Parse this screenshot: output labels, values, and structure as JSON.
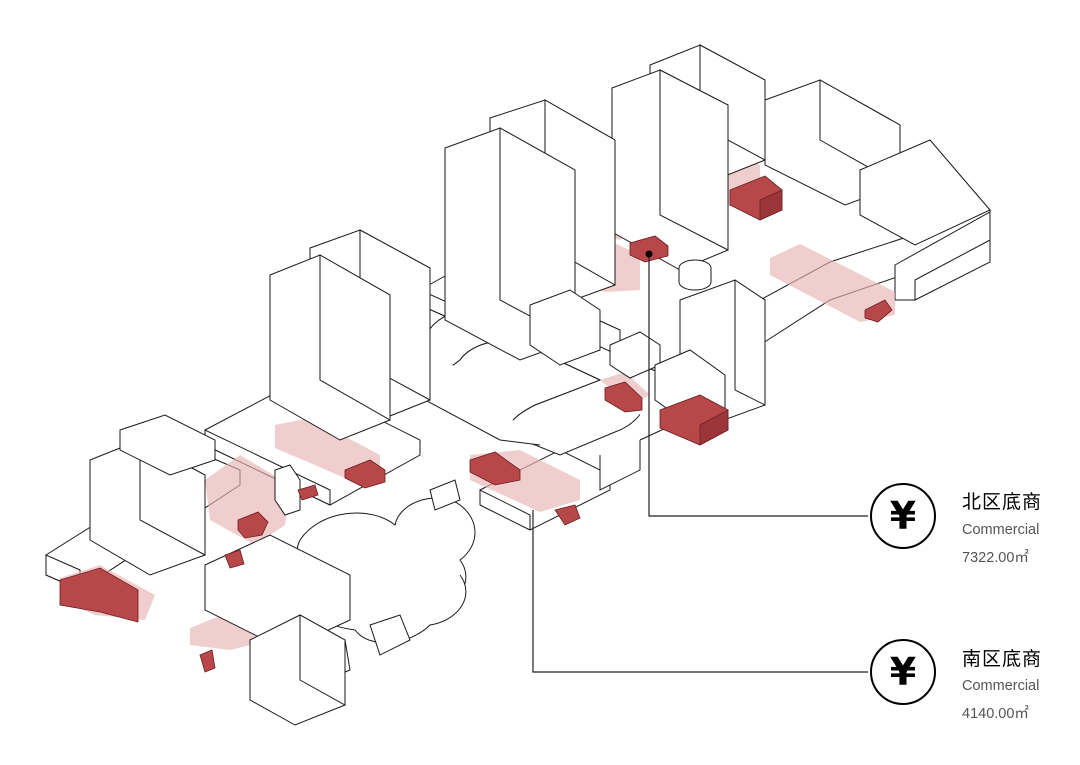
{
  "labels": [
    {
      "icon": "yen-icon",
      "icon_glyph": "¥",
      "title": "北区底商",
      "category": "Commercial",
      "area": "7322.00㎡"
    },
    {
      "icon": "yen-icon",
      "icon_glyph": "¥",
      "title": "南区底商",
      "category": "Commercial",
      "area": "4140.00㎡"
    }
  ],
  "colors": {
    "building_fill": "#ffffff",
    "building_stroke": "#1a1a1a",
    "commercial_block": "#b8474a",
    "commercial_block_dark": "#9c3539",
    "commercial_zone": "#e8b3b3",
    "leader_line": "#222222"
  }
}
